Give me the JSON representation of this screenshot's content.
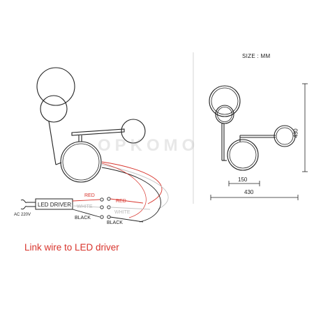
{
  "size_note": "SIZE : MM",
  "driver": {
    "label": "LED DRIVER",
    "input_label": "AC 220V"
  },
  "wires": {
    "driver_side": [
      "RED",
      "WHITE",
      "BLACK"
    ],
    "lamp_side": [
      "RED",
      "WHITE",
      "BLACK"
    ]
  },
  "caption": "Link wire to LED driver",
  "dimensions": {
    "arm_length": "150",
    "width": "430",
    "height": "430"
  },
  "watermark": "OPKOMO",
  "colors": {
    "wire_red": "#d8342c",
    "wire_white": "#b8b8b8",
    "wire_black": "#222222",
    "line": "#222222"
  }
}
